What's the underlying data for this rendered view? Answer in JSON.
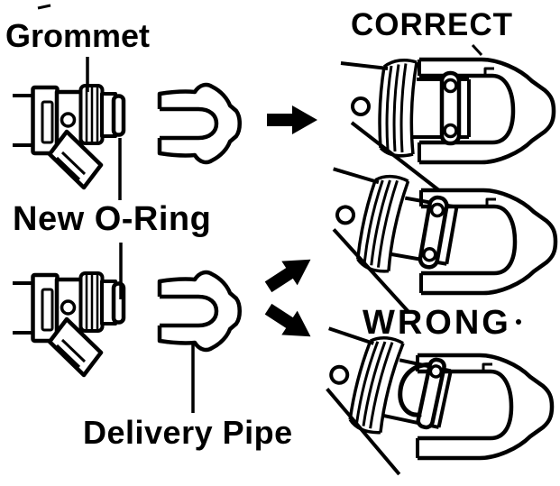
{
  "page": {
    "background_color": "#ffffff",
    "ink_color": "#000000"
  },
  "labels": {
    "grommet": "Grommet",
    "new_o_ring": "New O-Ring",
    "delivery_pipe": "Delivery Pipe",
    "correct": "CORRECT",
    "wrong": "WRONG"
  },
  "icons": {
    "arrow-right-icon": "➔",
    "arrow-up-right-icon": "➔ (rotated -33°)",
    "arrow-down-right-icon": "➔ (rotated +33°)"
  }
}
